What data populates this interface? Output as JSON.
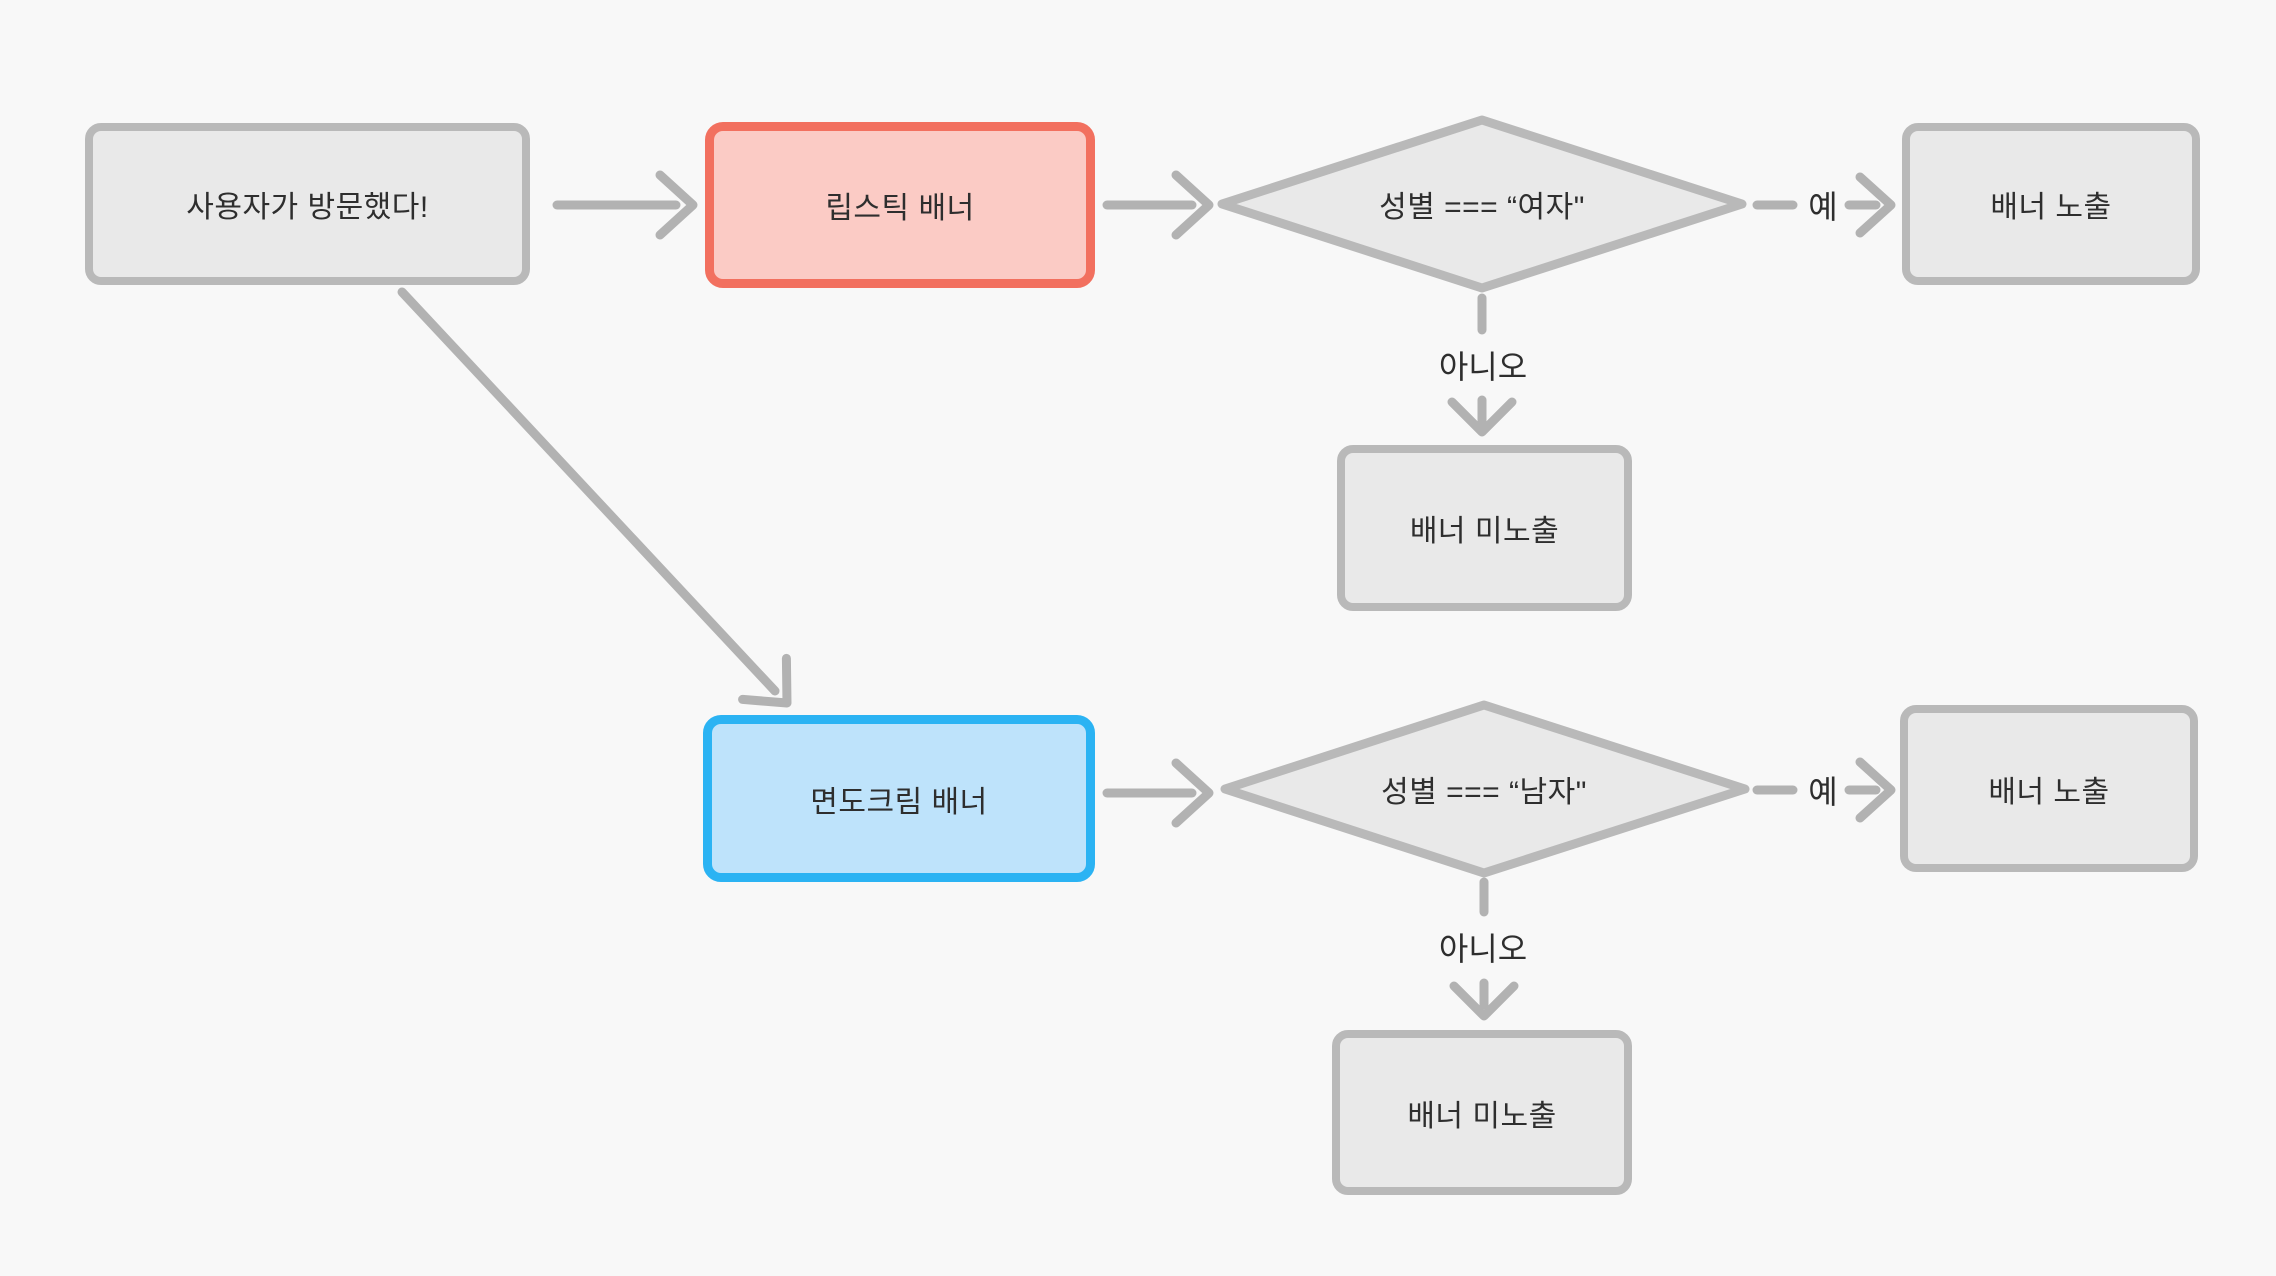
{
  "diagram": {
    "nodes": {
      "start": {
        "label": "사용자가 방문했다!"
      },
      "lipstick_banner": {
        "label": "립스틱 배너"
      },
      "cond_female": {
        "label": "성별 === “여자\""
      },
      "banner_show_1": {
        "label": "배너 노출"
      },
      "banner_hide_1": {
        "label": "배너 미노출"
      },
      "shaving_banner": {
        "label": "면도크림 배너"
      },
      "cond_male": {
        "label": "성별 === “남자\""
      },
      "banner_show_2": {
        "label": "배너 노출"
      },
      "banner_hide_2": {
        "label": "배너 미노출"
      }
    },
    "edge_labels": {
      "yes_1": "예",
      "no_1": "아니오",
      "yes_2": "예",
      "no_2": "아니오"
    },
    "colors": {
      "background": "#f8f8f8",
      "node_fill": "#e9e9e9",
      "node_border": "#b9b9b9",
      "edge": "#b2b2b2",
      "text": "#2e2e2e",
      "lipstick_fill": "#fbcbc5",
      "lipstick_border": "#f2705f",
      "shaving_fill": "#bee3fb",
      "shaving_border": "#2bb3f3"
    }
  }
}
